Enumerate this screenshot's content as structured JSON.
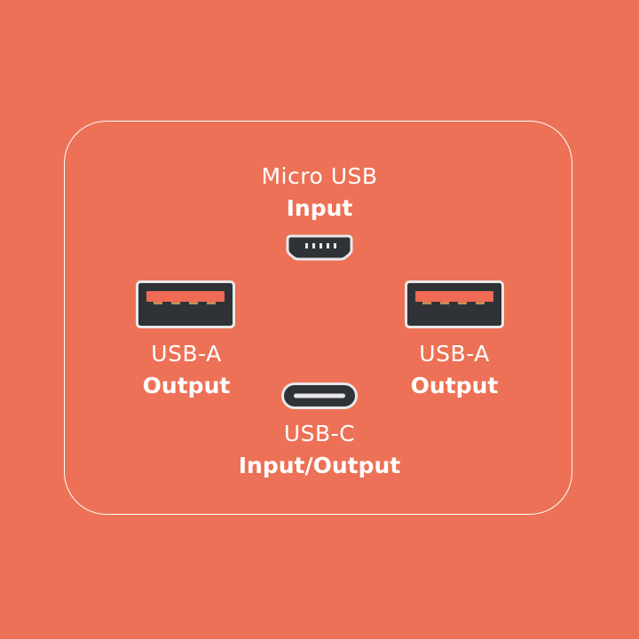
{
  "ports": {
    "micro_usb": {
      "name": "Micro USB",
      "role": "Input",
      "icon": "micro-usb-port-icon"
    },
    "usb_a_left": {
      "name": "USB-A",
      "role": "Output",
      "icon": "usb-a-port-icon"
    },
    "usb_a_right": {
      "name": "USB-A",
      "role": "Output",
      "icon": "usb-a-port-icon"
    },
    "usb_c": {
      "name": "USB-C",
      "role": "Input/Output",
      "icon": "usb-c-port-icon"
    }
  },
  "colors": {
    "background": "#ED7156",
    "port_body": "#2F3338",
    "port_frame": "#E8E8E8",
    "usb_a_tongue": "#F06A55",
    "contact_pins": "#C98A55"
  }
}
